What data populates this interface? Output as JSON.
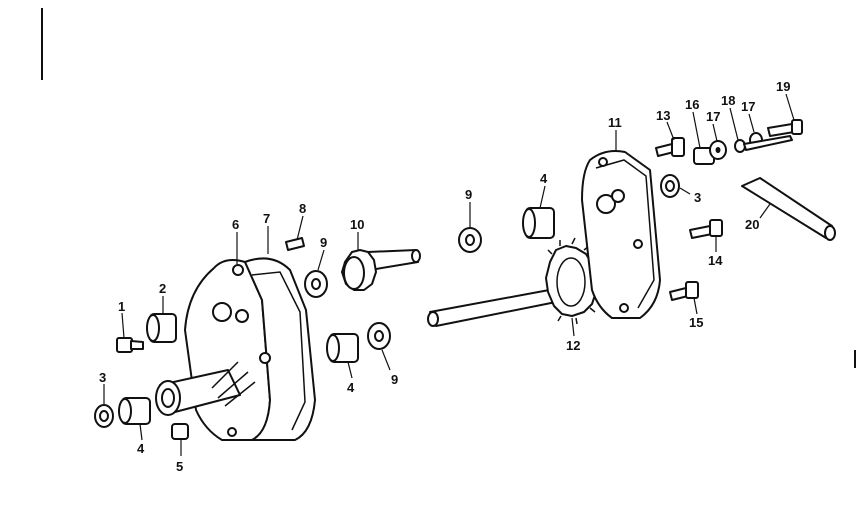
{
  "diagram": {
    "callouts": {
      "c1": "1",
      "c2": "2",
      "c3a": "3",
      "c3b": "3",
      "c4a": "4",
      "c4b": "4",
      "c4c": "4",
      "c5": "5",
      "c6": "6",
      "c7": "7",
      "c8": "8",
      "c9a": "9",
      "c9b": "9",
      "c9c": "9",
      "c10": "10",
      "c11": "11",
      "c12": "12",
      "c13": "13",
      "c14": "14",
      "c15": "15",
      "c16": "16",
      "c17a": "17",
      "c17b": "17",
      "c18": "18",
      "c19": "19",
      "c20": "20"
    }
  }
}
